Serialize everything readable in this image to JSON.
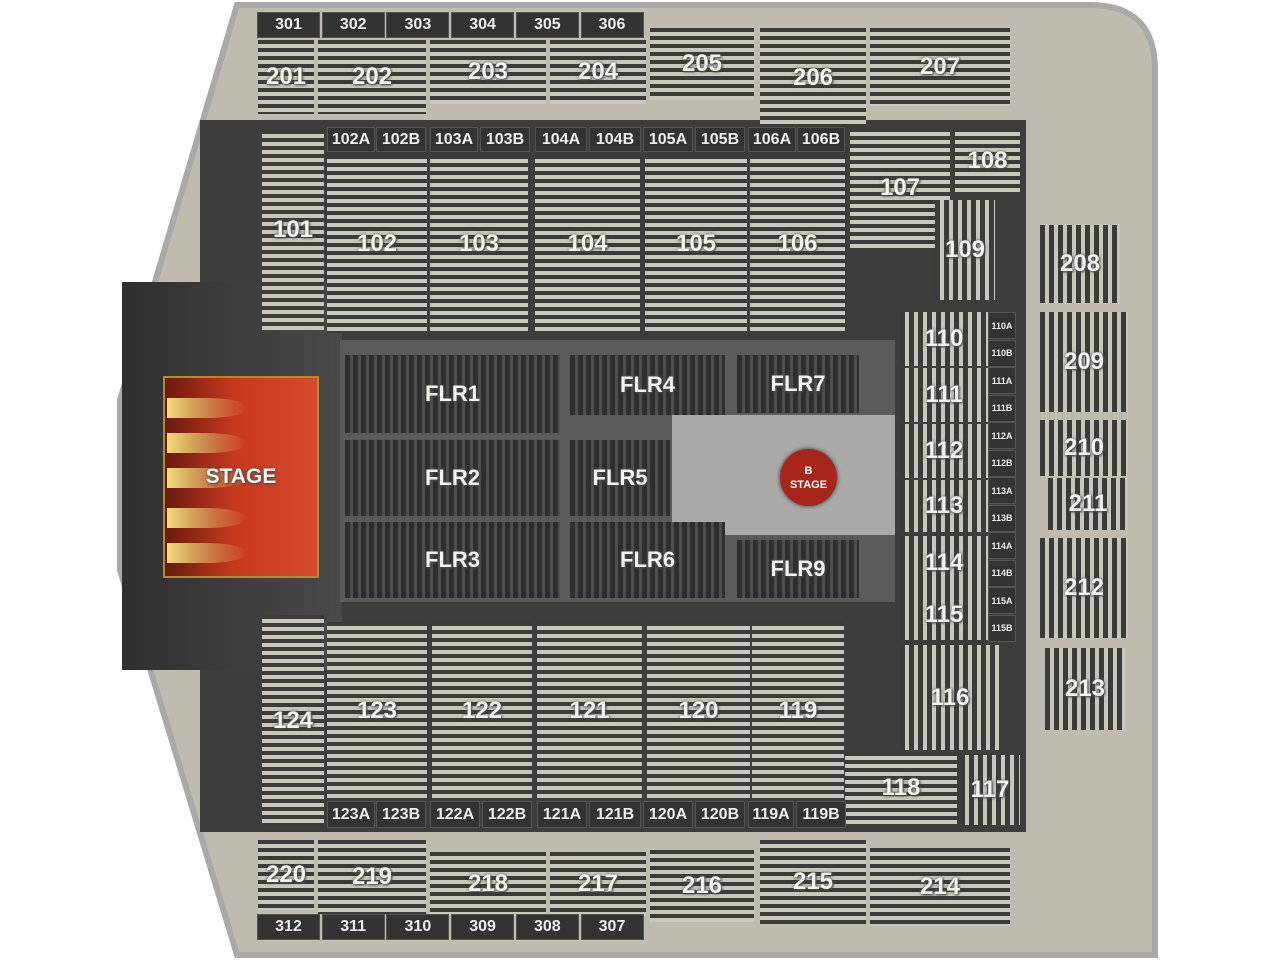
{
  "level_300": [
    "301",
    "302",
    "303",
    "304",
    "305",
    "306",
    "312",
    "311",
    "310",
    "309",
    "308",
    "307"
  ],
  "level_200": [
    "201",
    "202",
    "203",
    "204",
    "205",
    "206",
    "207",
    "208",
    "209",
    "210",
    "211",
    "212",
    "213",
    "214",
    "215",
    "216",
    "217",
    "218",
    "219",
    "220"
  ],
  "level_100": [
    "101",
    "102",
    "103",
    "104",
    "105",
    "106",
    "107",
    "108",
    "109",
    "110",
    "111",
    "112",
    "113",
    "114",
    "115",
    "116",
    "117",
    "118",
    "119",
    "120",
    "121",
    "122",
    "123",
    "124"
  ],
  "level_100_sub": [
    "102A",
    "102B",
    "103A",
    "103B",
    "104A",
    "104B",
    "105A",
    "105B",
    "106A",
    "106B",
    "110A",
    "110B",
    "111A",
    "111B",
    "112A",
    "112B",
    "113A",
    "113B",
    "114A",
    "114B",
    "115A",
    "115B",
    "123A",
    "123B",
    "122A",
    "122B",
    "121A",
    "121B",
    "120A",
    "120B",
    "119A",
    "119B"
  ],
  "floor": [
    "FLR1",
    "FLR2",
    "FLR3",
    "FLR4",
    "FLR5",
    "FLR6",
    "FLR7",
    "FLR9"
  ],
  "stage": {
    "label": "STAGE",
    "color": "#c5391f"
  },
  "b_stage": {
    "line1": "B",
    "line2": "STAGE",
    "color": "#a8251c"
  }
}
